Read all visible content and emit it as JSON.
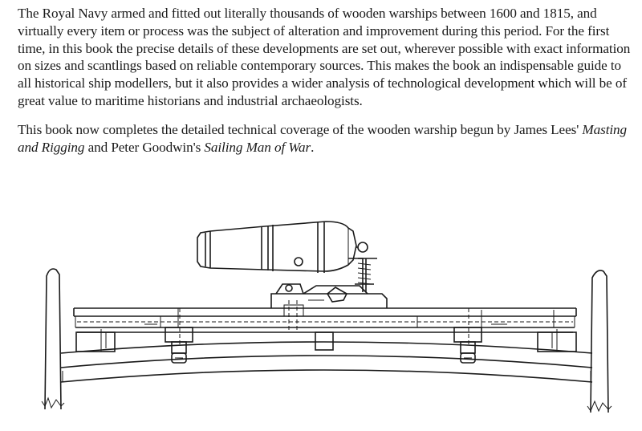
{
  "blurb": {
    "paragraph1": "The Royal Navy armed and fitted out literally thousands of wooden warships between 1600 and 1815, and virtually every item or process was the subject of alteration and improvement during this period. For the first time, in this book the precise details of these developments are set out, wherever possible with exact information on sizes and scantlings based on reliable contemporary sources. This makes the book an indispensable guide to all historical ship modellers, but it also provides a wider analysis of technological development which will be of great value to maritime historians and industrial archaeologists.",
    "paragraph2_part1": "This book now completes the detailed technical coverage of the wooden warship begun by James Lees' ",
    "title_masting": "Masting and Rigging",
    "paragraph2_part2": " and Peter Goodwin's ",
    "title_sailing": "Sailing Man of War",
    "paragraph2_end": "."
  },
  "illustration": {
    "subject": "cannon-on-deck-cross-section"
  }
}
